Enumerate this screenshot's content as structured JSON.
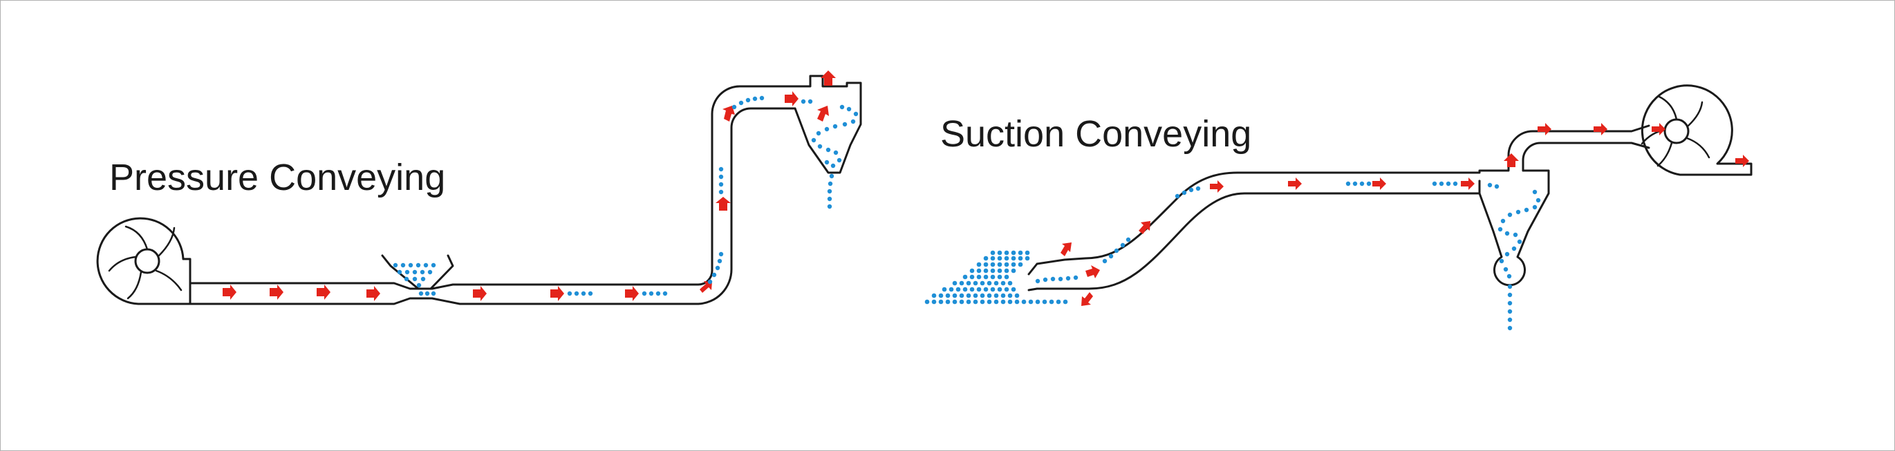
{
  "titles": {
    "pressure": "Pressure Conveying",
    "suction": "Suction Conveying"
  },
  "colors": {
    "arrow": "#e3241b",
    "particle": "#1f8fd6",
    "line": "#1a1a1a"
  },
  "icons": {
    "blower": "fan-blower-icon",
    "flow": "flow-arrow-icon",
    "particle": "particle-dot"
  }
}
